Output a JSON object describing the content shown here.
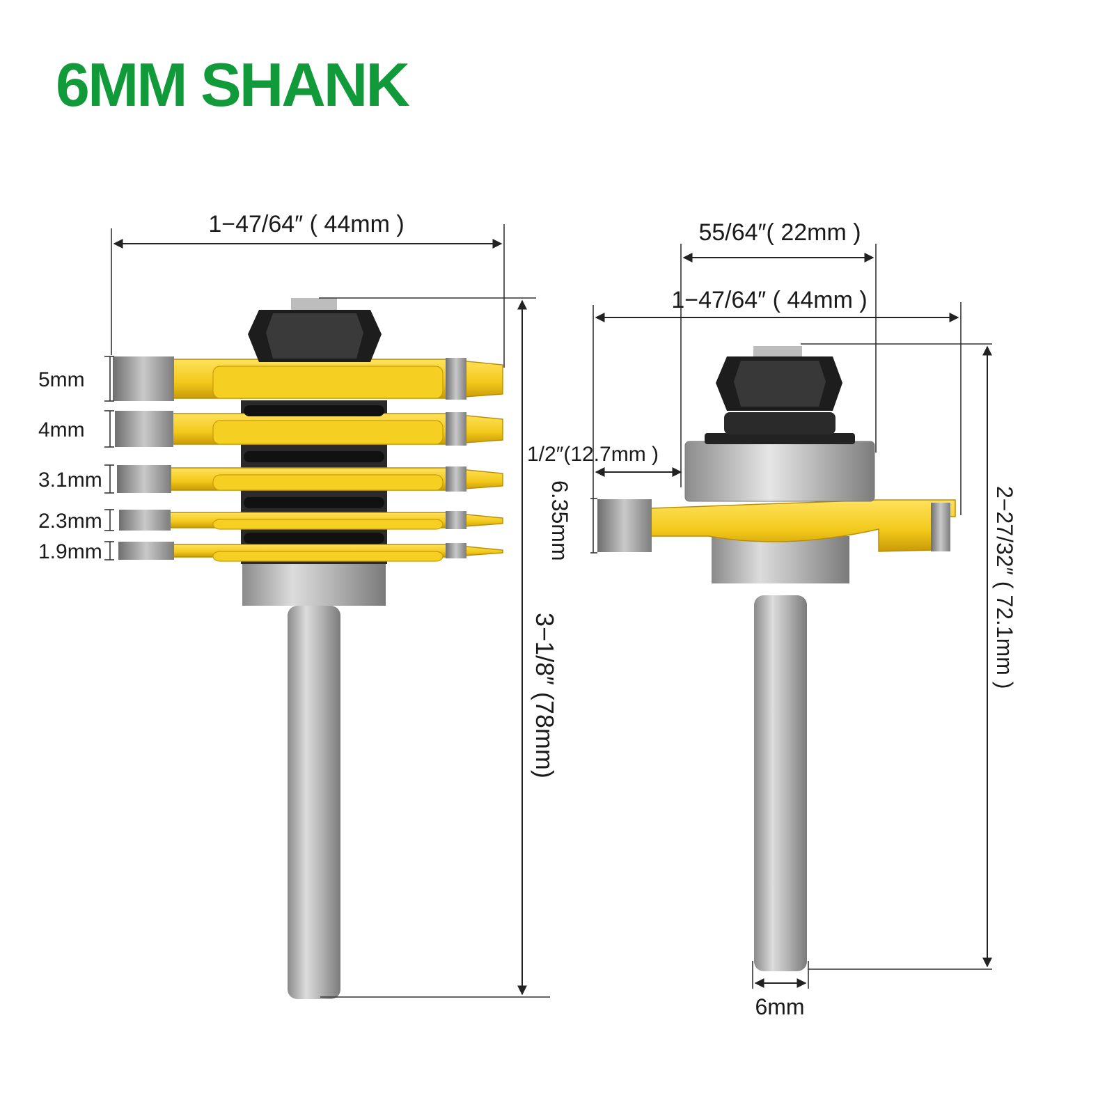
{
  "title": "6MM SHANK",
  "colors": {
    "title": "#119a3a",
    "yellow": "#f2c81a",
    "yellow_dark": "#c79a05",
    "steel": "#a8a8a8",
    "black": "#1d1d1d"
  },
  "left_bit": {
    "width_label": "1−47/64″ ( 44mm )",
    "length_label": "3−1/8″ (78mm)",
    "cutter_labels": [
      "5mm",
      "4mm",
      "3.1mm",
      "2.3mm",
      "1.9mm"
    ]
  },
  "right_bit": {
    "bearing_label": "55/64″( 22mm )",
    "width_label": "1−47/64″ ( 44mm )",
    "depth_label": "1/2″(12.7mm )",
    "height_label": "6.35mm",
    "length_label": "2−27/32″ ( 72.1mm )",
    "shank_label": "6mm"
  }
}
